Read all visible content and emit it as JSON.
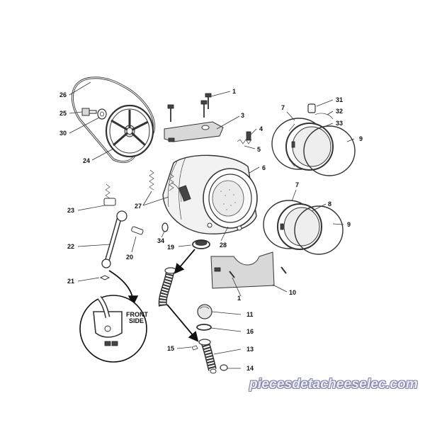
{
  "labels": {
    "p1a": "1",
    "p1b": "1",
    "p3": "3",
    "p4": "4",
    "p5": "5",
    "p6": "6",
    "p7a": "7",
    "p7b": "7",
    "p8": "8",
    "p9a": "9",
    "p9b": "9",
    "p10": "10",
    "p11": "11",
    "p13": "13",
    "p14": "14",
    "p15": "15",
    "p16": "16",
    "p19": "19",
    "p20": "20",
    "p21": "21",
    "p22": "22",
    "p23": "23",
    "p24": "24",
    "p25": "25",
    "p26": "26",
    "p27": "27",
    "p28": "28",
    "p30": "30",
    "p31": "31",
    "p32": "32",
    "p33": "33",
    "p34": "34"
  },
  "inset": {
    "line1": "FRONT",
    "line2": "SIDE"
  },
  "watermark": "piecesdetacheeselec.com"
}
